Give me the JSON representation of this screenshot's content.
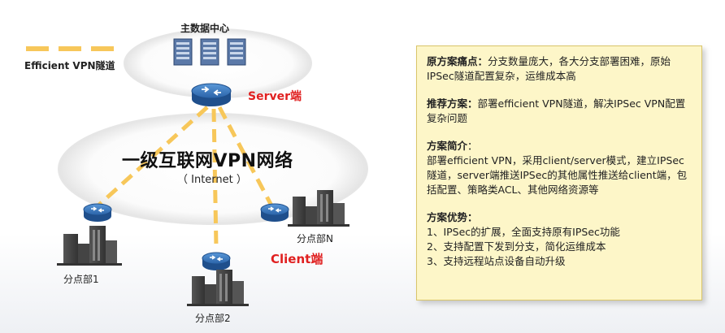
{
  "legend": {
    "label": "Efficient VPN隧道"
  },
  "diagram": {
    "datacenter_title": "主数据中心",
    "server_label": "Server端",
    "client_label": "Client端",
    "network_title": "一级互联网VPN网络",
    "network_subtitle": "（ Internet ）",
    "branch1": "分点部1",
    "branch2": "分点部2",
    "branchN": "分点部N"
  },
  "panel": {
    "pain": {
      "heading": "原方案痛点：",
      "text": "分支数量庞大，各大分支部署困难，原始IPSec隧道配置复杂，运维成本高"
    },
    "recommend": {
      "heading": "推荐方案：",
      "text": "部署efficient VPN隧道，解决IPSec VPN配置复杂问题"
    },
    "intro": {
      "heading": "方案简介",
      "colon": "：",
      "text": "部署efficient VPN，采用client/server模式，建立IPSec隧道，server端推送IPSec的其他属性推送给client端，包括配置、策略类ACL、其他网络资源等"
    },
    "advantages": {
      "heading": "方案优势：",
      "items": [
        "1、IPSec的扩展，全面支持原有IPSec功能",
        "2、支持配置下发到分支，简化运维成本",
        "3、支持远程站点设备自动升级"
      ]
    }
  },
  "colors": {
    "tunnel": "#f7c75a",
    "accent_red": "#e02020",
    "router": "#2f6fb5",
    "panel_bg": "#fdf6c8"
  }
}
